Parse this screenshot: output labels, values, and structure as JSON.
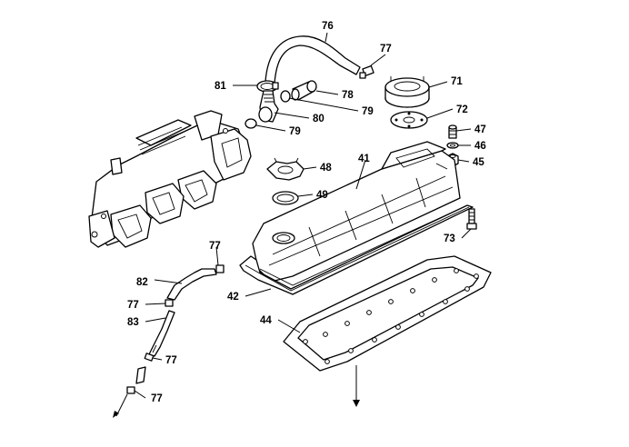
{
  "diagram": {
    "callouts": [
      {
        "id": "c76",
        "label": "76"
      },
      {
        "id": "c77a",
        "label": "77"
      },
      {
        "id": "c71",
        "label": "71"
      },
      {
        "id": "c81",
        "label": "81"
      },
      {
        "id": "c78",
        "label": "78"
      },
      {
        "id": "c79a",
        "label": "79"
      },
      {
        "id": "c80",
        "label": "80"
      },
      {
        "id": "c79b",
        "label": "79"
      },
      {
        "id": "c72",
        "label": "72"
      },
      {
        "id": "c47",
        "label": "47"
      },
      {
        "id": "c46",
        "label": "46"
      },
      {
        "id": "c45",
        "label": "45"
      },
      {
        "id": "c41",
        "label": "41"
      },
      {
        "id": "c48",
        "label": "48"
      },
      {
        "id": "c49",
        "label": "49"
      },
      {
        "id": "c73",
        "label": "73"
      },
      {
        "id": "c77b",
        "label": "77"
      },
      {
        "id": "c82",
        "label": "82"
      },
      {
        "id": "c42",
        "label": "42"
      },
      {
        "id": "c77c",
        "label": "77"
      },
      {
        "id": "c83",
        "label": "83"
      },
      {
        "id": "c44",
        "label": "44"
      },
      {
        "id": "c77d",
        "label": "77"
      },
      {
        "id": "c77e",
        "label": "77"
      }
    ]
  }
}
